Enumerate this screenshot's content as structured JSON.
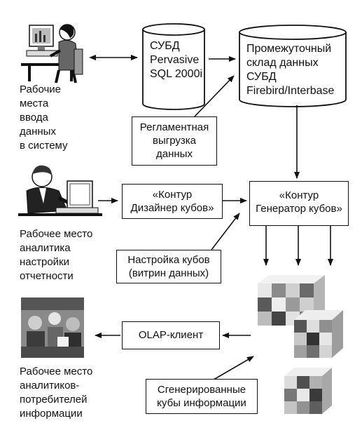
{
  "actors": {
    "data_entry": {
      "lines": [
        "Рабочие",
        "места",
        "ввода",
        "данных",
        "в систему"
      ]
    },
    "setup_analyst": {
      "lines": [
        "Рабочее место",
        "аналитика",
        "настройки",
        "отчетности"
      ]
    },
    "consumer_analysts": {
      "lines": [
        "Рабочее место",
        "аналитиков-",
        "потребителей",
        "информации"
      ]
    }
  },
  "databases": {
    "pervasive": {
      "lines": [
        "СУБД",
        "Pervasive",
        "SQL 2000i"
      ]
    },
    "staging": {
      "lines": [
        "Промежуточный",
        "склад данных",
        "СУБД",
        "Firebird/Interbase"
      ]
    }
  },
  "boxes": {
    "scheduled_export": {
      "lines": [
        "Регламентная",
        "выгрузка",
        "данных"
      ]
    },
    "cube_designer": {
      "lines": [
        "«Контур",
        "Дизайнер кубов»"
      ]
    },
    "cube_generator": {
      "lines": [
        "«Контур",
        "Генератор кубов»"
      ]
    },
    "cube_setup": {
      "lines": [
        "Настройка кубов",
        "(витрин данных)"
      ]
    },
    "olap_client": {
      "lines": [
        "OLAP-клиент"
      ]
    },
    "generated_cubes": {
      "lines": [
        "Сгенерированные",
        "кубы информации"
      ]
    }
  }
}
